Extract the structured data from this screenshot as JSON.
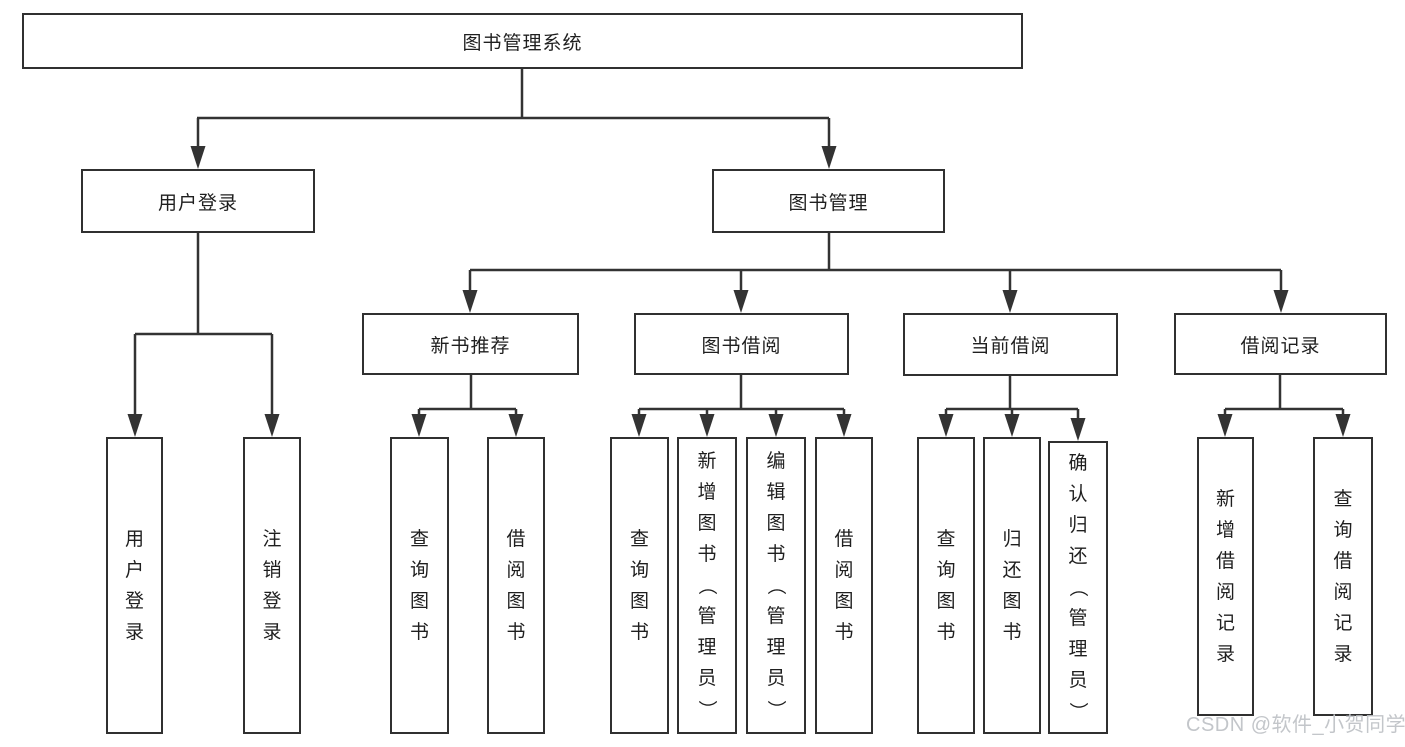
{
  "colors": {
    "line": "#333333",
    "box_border": "#303030",
    "box_background": "#ffffff",
    "text": "#1f1f1f",
    "watermark": "#c3c6ca"
  },
  "watermark": "CSDN @软件_小贺同学",
  "tree": {
    "root": "图书管理系统",
    "user": {
      "label": "用户登录",
      "children": [
        "用户登录",
        "注销登录"
      ]
    },
    "books": {
      "label": "图书管理",
      "modules": [
        {
          "label": "新书推荐",
          "children": [
            "查询图书",
            "借阅图书"
          ]
        },
        {
          "label": "图书借阅",
          "children": [
            "查询图书",
            "新增图书（管理员）",
            "编辑图书（管理员）",
            "借阅图书"
          ]
        },
        {
          "label": "当前借阅",
          "children": [
            "查询图书",
            "归还图书",
            "确认归还（管理员）"
          ]
        },
        {
          "label": "借阅记录",
          "children": [
            "新增借阅记录",
            "查询借阅记录"
          ]
        }
      ]
    }
  }
}
